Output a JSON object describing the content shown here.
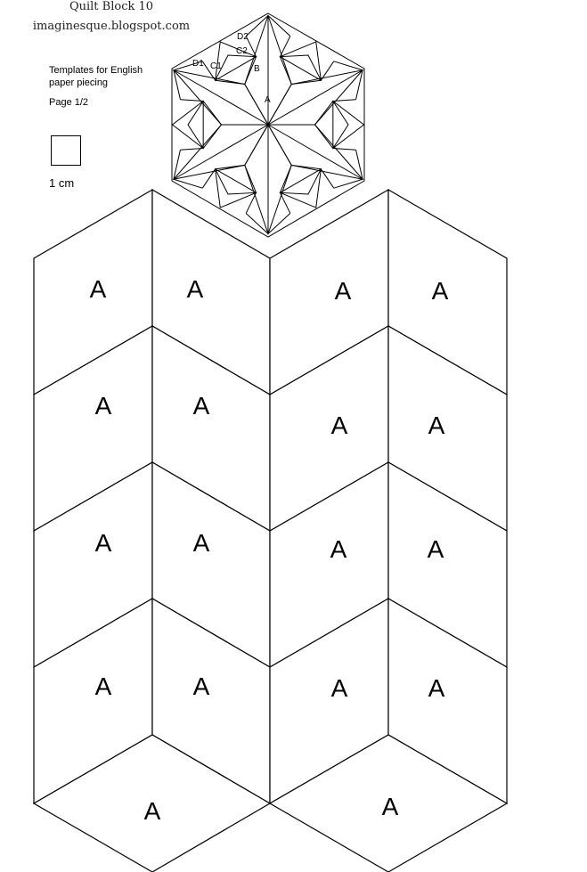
{
  "header": {
    "block_title": "Quilt Block 10",
    "blog": "imaginesque.blogspot.com"
  },
  "notes": {
    "templates_line1": "Templates for English",
    "templates_line2": "paper piecing",
    "page": "Page 1/2"
  },
  "scale": {
    "label": "1 cm"
  },
  "diagram": {
    "labels": [
      "D2",
      "C2",
      "D1",
      "C1",
      "B",
      "A"
    ]
  },
  "template_label": "A"
}
